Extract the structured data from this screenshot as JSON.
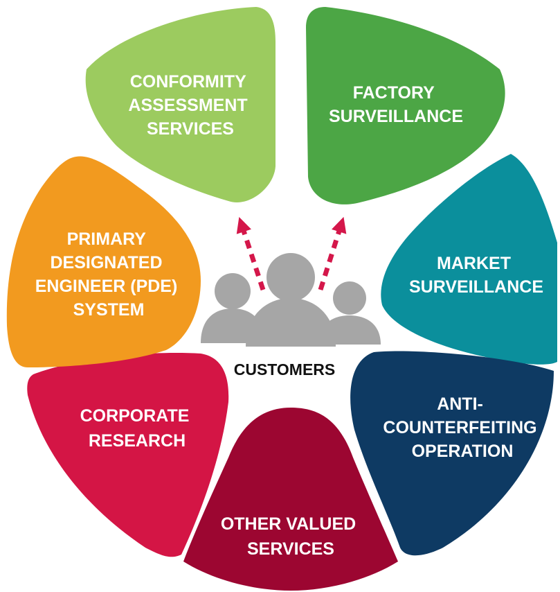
{
  "center": {
    "label": "CUSTOMERS",
    "icon": "people-group-icon",
    "icon_color": "#a6a6a6",
    "arrow_color": "#d4174a"
  },
  "segments": [
    {
      "id": "conformity",
      "lines": [
        "CONFORMITY",
        "ASSESSMENT",
        "SERVICES"
      ],
      "color": "#9ccb5f"
    },
    {
      "id": "factory",
      "lines": [
        "FACTORY",
        "SURVEILLANCE"
      ],
      "color": "#4ca645"
    },
    {
      "id": "market",
      "lines": [
        "MARKET",
        "SURVEILLANCE"
      ],
      "color": "#0b8f9c"
    },
    {
      "id": "anti",
      "lines": [
        "ANTI-",
        "COUNTERFEITING",
        "OPERATION"
      ],
      "color": "#0e3a63"
    },
    {
      "id": "other",
      "lines": [
        "OTHER VALUED",
        "SERVICES"
      ],
      "color": "#9c0631"
    },
    {
      "id": "corporate",
      "lines": [
        "CORPORATE",
        "RESEARCH"
      ],
      "color": "#d41545"
    },
    {
      "id": "pde",
      "lines": [
        "PRIMARY",
        "DESIGNATED",
        "ENGINEER (PDE)",
        "SYSTEM"
      ],
      "color": "#f29a1f"
    }
  ]
}
